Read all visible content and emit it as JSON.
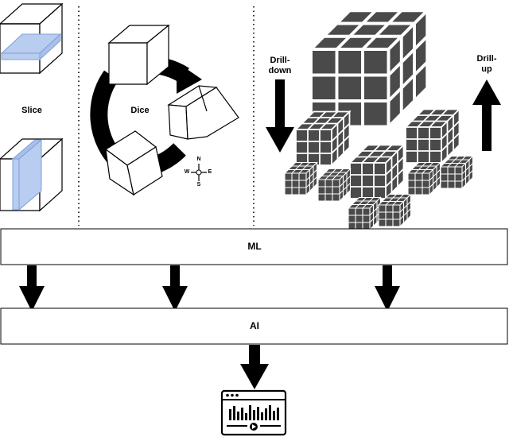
{
  "labels": {
    "slice": "Slice",
    "dice": "Dice",
    "drill_down": "Drill-\ndown",
    "drill_up": "Drill-\nup",
    "ml": "ML",
    "ai": "AI",
    "compass_n": "N",
    "compass_s": "S",
    "compass_e": "E",
    "compass_w": "W"
  },
  "colors": {
    "cube_dark": "#4a4a4a",
    "cube_grid": "#ffffff",
    "slice_fill": "#b9cdf0",
    "slice_edge": "#7f9fd6",
    "line": "#000000"
  },
  "icons": {
    "dashboard": "dashboard-monitor-icon",
    "compass": "compass-icon"
  }
}
